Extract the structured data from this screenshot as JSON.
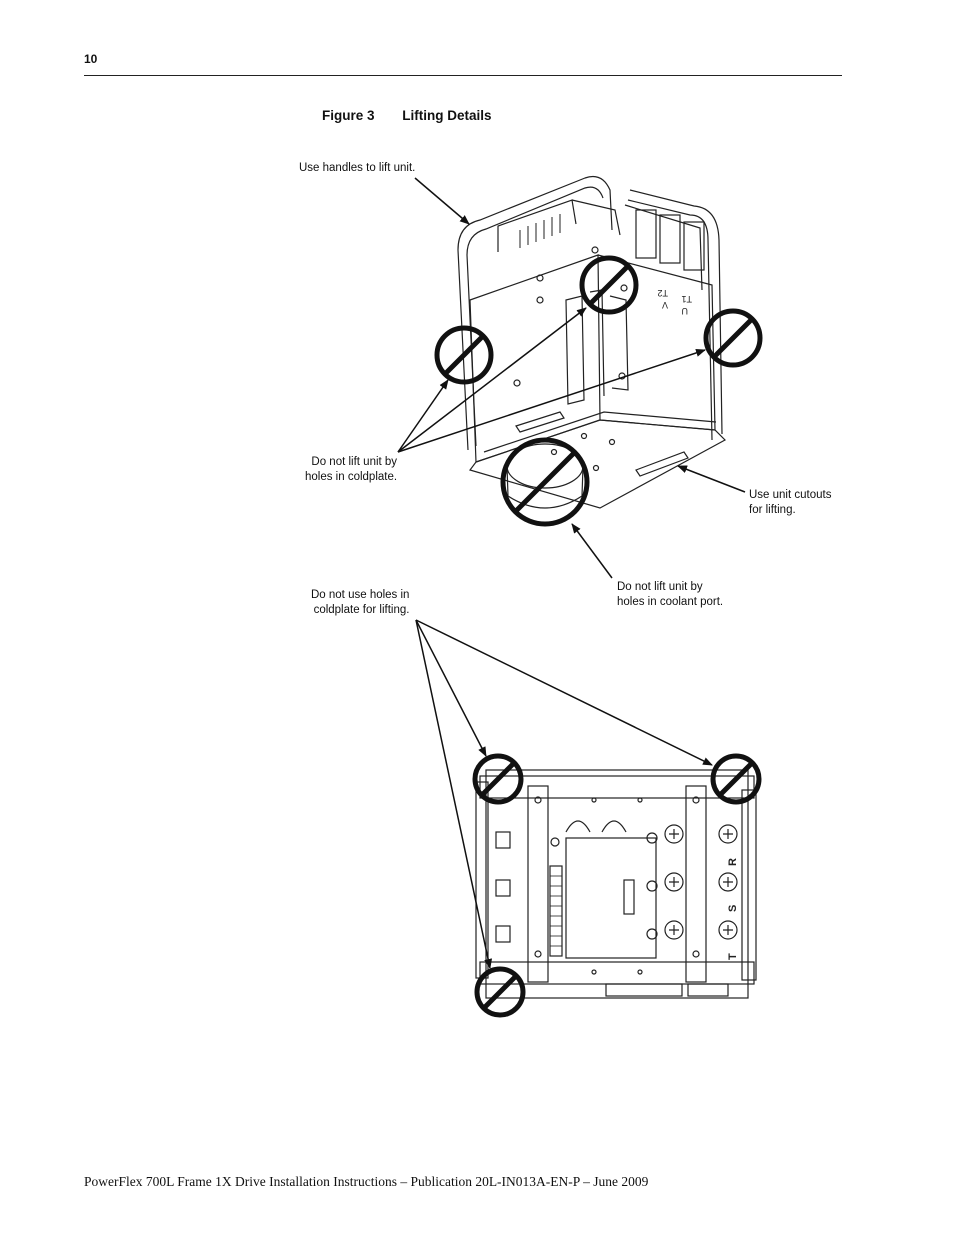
{
  "page": {
    "number": "10"
  },
  "figure": {
    "label": "Figure 3",
    "title": "Lifting Details"
  },
  "callouts": {
    "use_handles": "Use handles to lift unit.",
    "no_coldplate_holes": "Do not lift unit by\nholes in coldplate.",
    "use_cutouts": "Use unit cutouts\nfor lifting.",
    "no_coolant_port": "Do not lift unit by\nholes in coolant port.",
    "no_holes_lifting": "Do not use holes in\ncoldplate for lifting."
  },
  "terminal_labels": {
    "u": "U",
    "v": "V",
    "t1": "T1",
    "t2": "T2",
    "r": "R",
    "s": "S",
    "t": "T"
  },
  "footer": {
    "text": "PowerFlex 700L Frame 1X Drive Installation Instructions – Publication 20L-IN013A-EN-P – June 2009"
  }
}
